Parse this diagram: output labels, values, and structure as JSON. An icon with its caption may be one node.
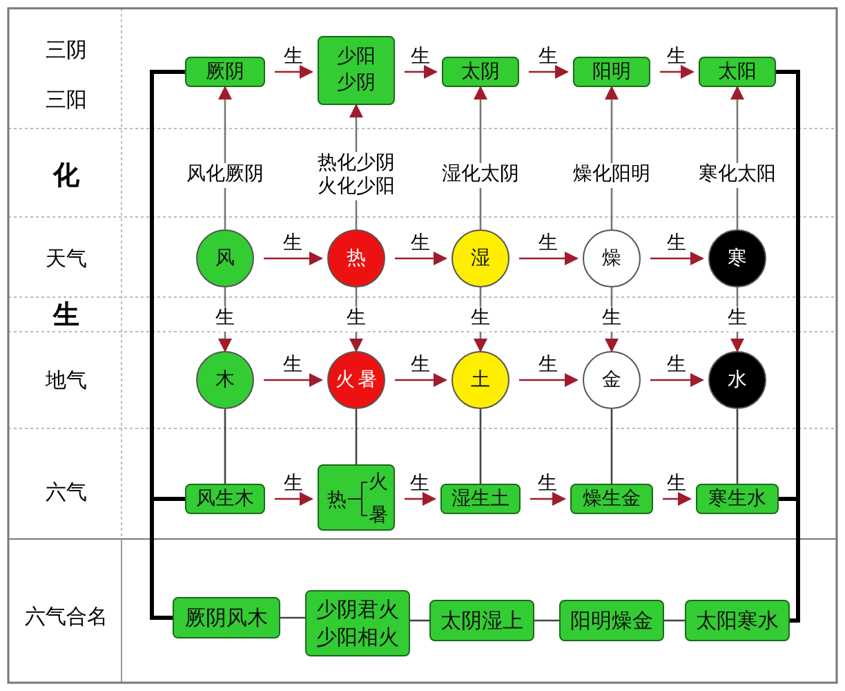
{
  "diagram": {
    "nodes": [
      {
        "text": [
          "厥阴"
        ]
      },
      {
        "text": [
          "少阳少阴"
        ]
      },
      {
        "text": [
          "太阴"
        ]
      },
      {
        "text": [
          "阳明"
        ]
      },
      {
        "text": [
          "太阳"
        ]
      },
      {
        "text": [
          "风"
        ]
      },
      {
        "text": [
          "热"
        ]
      },
      {
        "text": [
          "湿"
        ]
      },
      {
        "text": [
          "燥"
        ]
      },
      {
        "text": [
          "寒"
        ]
      },
      {
        "text": [
          "木"
        ]
      },
      {
        "text": [
          "火",
          "暑"
        ]
      },
      {
        "text": [
          "土"
        ]
      },
      {
        "text": [
          "金"
        ]
      },
      {
        "text": [
          "水"
        ]
      },
      {
        "text": [
          "风生木"
        ]
      },
      {
        "text": [
          "热",
          "火",
          "暑"
        ]
      },
      {
        "text": [
          "湿生土"
        ]
      },
      {
        "text": [
          "燥生金"
        ]
      },
      {
        "text": [
          "寒生水"
        ]
      },
      {
        "text": [
          "厥阴风木"
        ]
      },
      {
        "text": [
          "少阴君火少阳相火"
        ]
      },
      {
        "text": [
          "太阴湿上"
        ]
      },
      {
        "text": [
          "阳明燥金"
        ]
      },
      {
        "text": [
          "太阳寒水"
        ]
      }
    ],
    "edges": [
      {
        "from": 0,
        "to": 1,
        "arrow": "to",
        "label": "生"
      },
      {
        "from": 1,
        "to": 2,
        "arrow": "to",
        "label": "生"
      },
      {
        "from": 2,
        "to": 3,
        "arrow": "to",
        "label": "生"
      },
      {
        "from": 3,
        "to": 4,
        "arrow": "to",
        "label": "生"
      },
      {
        "from": 5,
        "to": 0,
        "arrow": "to",
        "label": "风化厥阴",
        "color": "#777777"
      },
      {
        "from": 6,
        "to": 1,
        "arrow": "to",
        "label": "热化少阴火化少阳",
        "color": "#777777"
      },
      {
        "from": 7,
        "to": 2,
        "arrow": "to",
        "label": "湿化太阴",
        "color": "#777777"
      },
      {
        "from": 8,
        "to": 3,
        "arrow": "to",
        "label": "燥化阳明",
        "color": "#777777"
      },
      {
        "from": 9,
        "to": 4,
        "arrow": "to",
        "label": "寒化太阳",
        "color": "#777777"
      },
      {
        "from": 5,
        "to": 6,
        "arrow": "to",
        "label": "生"
      },
      {
        "from": 6,
        "to": 7,
        "arrow": "to",
        "label": "生"
      },
      {
        "from": 7,
        "to": 8,
        "arrow": "to",
        "label": "生"
      },
      {
        "from": 8,
        "to": 9,
        "arrow": "to",
        "label": "生"
      },
      {
        "from": 5,
        "to": 10,
        "arrow": "to",
        "label": "生",
        "color": "#777777"
      },
      {
        "from": 6,
        "to": 11,
        "arrow": "to",
        "label": "生",
        "color": "#777777"
      },
      {
        "from": 7,
        "to": 12,
        "arrow": "to",
        "label": "生",
        "color": "#777777"
      },
      {
        "from": 8,
        "to": 13,
        "arrow": "to",
        "label": "生",
        "color": "#777777"
      },
      {
        "from": 9,
        "to": 14,
        "arrow": "to",
        "label": "生",
        "color": "#777777"
      },
      {
        "from": 10,
        "to": 11,
        "arrow": "to",
        "label": "生"
      },
      {
        "from": 11,
        "to": 12,
        "arrow": "to",
        "label": "生"
      },
      {
        "from": 12,
        "to": 13,
        "arrow": "to",
        "label": "生"
      },
      {
        "from": 13,
        "to": 14,
        "arrow": "to",
        "label": "生"
      },
      {
        "from": 10,
        "to": 15,
        "arrow": "none",
        "color": "#444444"
      },
      {
        "from": 11,
        "to": 16,
        "arrow": "none",
        "color": "#444444"
      },
      {
        "from": 12,
        "to": 17,
        "arrow": "none",
        "color": "#444444"
      },
      {
        "from": 13,
        "to": 18,
        "arrow": "none",
        "color": "#444444"
      },
      {
        "from": 14,
        "to": 19,
        "arrow": "none",
        "color": "#444444"
      },
      {
        "from": 15,
        "to": 16,
        "arrow": "to",
        "label": "生"
      },
      {
        "from": 16,
        "to": 17,
        "arrow": "to",
        "label": "生"
      },
      {
        "from": 17,
        "to": 18,
        "arrow": "to",
        "label": "生"
      },
      {
        "from": 18,
        "to": 19,
        "arrow": "to",
        "label": "生"
      },
      {
        "from": 0,
        "to": 15,
        "arrow": "none",
        "style": "thick",
        "color": "#000000"
      },
      {
        "from": 15,
        "to": 20,
        "arrow": "none",
        "style": "thick",
        "color": "#000000"
      },
      {
        "from": 4,
        "to": 19,
        "arrow": "none",
        "style": "thick",
        "color": "#000000"
      },
      {
        "from": 19,
        "to": 24,
        "arrow": "none",
        "style": "thick",
        "color": "#000000"
      },
      {
        "from": 20,
        "to": 21,
        "arrow": "none",
        "color": "#444444"
      },
      {
        "from": 21,
        "to": 22,
        "arrow": "none",
        "color": "#444444"
      },
      {
        "from": 22,
        "to": 23,
        "arrow": "none",
        "color": "#444444"
      },
      {
        "from": 23,
        "to": 24,
        "arrow": "none",
        "color": "#444444"
      }
    ],
    "labels": [
      "三阴",
      "三阳",
      "化",
      "天气",
      "生",
      "地气",
      "六气",
      "六气合名"
    ]
  }
}
